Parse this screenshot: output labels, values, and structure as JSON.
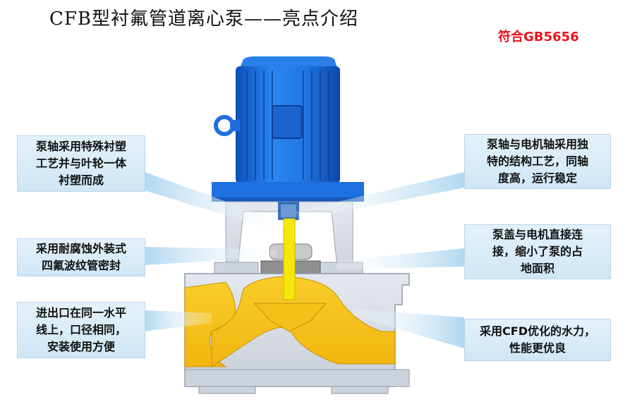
{
  "title": "CFB型衬氟管道离心泵——亮点介绍",
  "standard": "符合GB5656",
  "colors": {
    "standard_text": "#e8141e",
    "motor_blue": "#1e6fe0",
    "lining_yellow": "#f6c21a",
    "shaft_yellow": "#f5e70a",
    "casing_gray": "#d8dde6",
    "callout_bg": "#d6eaf7"
  },
  "callouts": {
    "shaft_lining": "泵轴采用特殊衬塑\n工艺并与叶轮一体\n衬塑而成",
    "seal": "采用耐腐蚀外装式\n四氟波纹管密封",
    "ports": "进出口在同一水平\n线上，口径相同，\n安装使用方便",
    "coaxial": "泵轴与电机轴采用独\n特的结构工艺，同轴\n度高，运行稳定",
    "cover": "泵盖与电机直接连\n接，缩小了泵的占\n地面积",
    "cfd": "采用CFD优化的水力，\n性能更优良"
  }
}
